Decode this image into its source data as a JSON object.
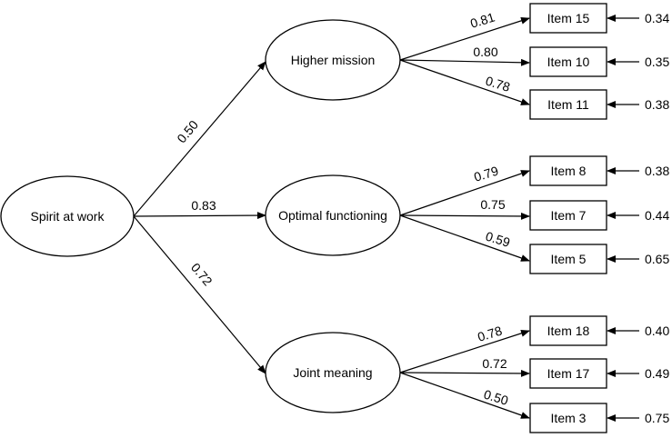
{
  "diagram": {
    "root": {
      "label": "Spirit at work"
    },
    "factors": [
      {
        "label": "Higher mission",
        "loading": "0.50",
        "items": [
          {
            "label": "Item 15",
            "loading": "0.81",
            "error": "0.34"
          },
          {
            "label": "Item 10",
            "loading": "0.80",
            "error": "0.35"
          },
          {
            "label": "Item 11",
            "loading": "0.78",
            "error": "0.38"
          }
        ]
      },
      {
        "label": "Optimal functioning",
        "loading": "0.83",
        "items": [
          {
            "label": "Item 8",
            "loading": "0.79",
            "error": "0.38"
          },
          {
            "label": "Item 7",
            "loading": "0.75",
            "error": "0.44"
          },
          {
            "label": "Item 5",
            "loading": "0.59",
            "error": "0.65"
          }
        ]
      },
      {
        "label": "Joint meaning",
        "loading": "0.72",
        "items": [
          {
            "label": "Item 18",
            "loading": "0.78",
            "error": "0.40"
          },
          {
            "label": "Item 17",
            "loading": "0.72",
            "error": "0.49"
          },
          {
            "label": "Item 3",
            "loading": "0.50",
            "error": "0.75"
          }
        ]
      }
    ]
  }
}
